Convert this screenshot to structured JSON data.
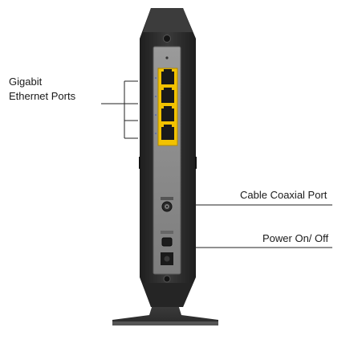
{
  "labels": {
    "ethernet_line1": "Gigabit",
    "ethernet_line2": "Ethernet Ports",
    "coax": "Cable Coaxial Port",
    "power": "Power On/ Off"
  },
  "colors": {
    "body_dark": "#2e2e2e",
    "panel_gray": "#8a8a8a",
    "port_yellow": "#f2c200",
    "callout_line": "#222222",
    "background": "#ffffff"
  },
  "ports": {
    "ethernet_count": 4
  }
}
